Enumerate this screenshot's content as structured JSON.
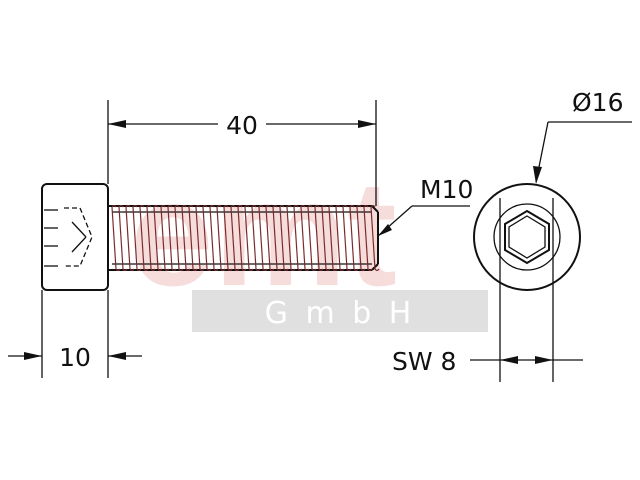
{
  "watermark": {
    "brand": "emt",
    "company_form": "G m b H"
  },
  "dimensions": {
    "length": "40",
    "head_height": "10",
    "thread": "M10",
    "head_diameter": "Ø16",
    "socket_size": "SW 8"
  },
  "colors": {
    "outline": "#111111",
    "watermark_text": "#f7dcdc",
    "watermark_band": "#e0e0e0",
    "thread_lines": "#7a2b2b"
  }
}
